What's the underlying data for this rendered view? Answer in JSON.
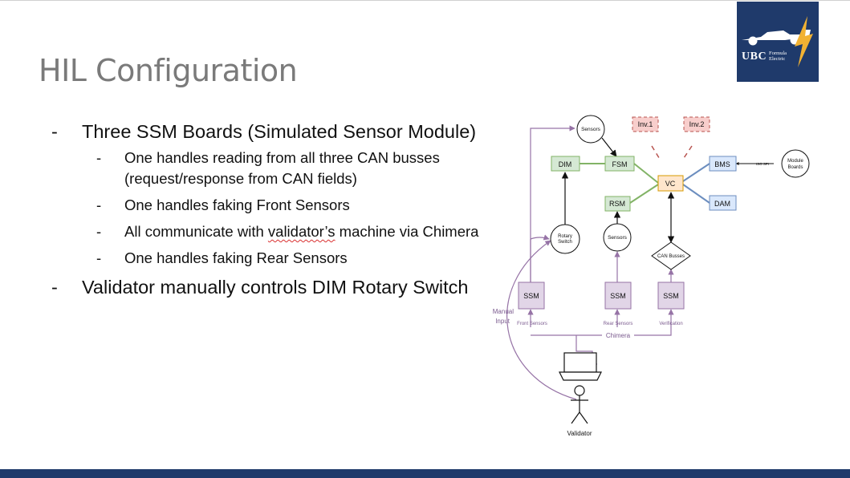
{
  "slide": {
    "title": "HIL Configuration"
  },
  "logo": {
    "ubc": "UBC",
    "formula_electric": "Formula Electric"
  },
  "bullets": [
    {
      "text": "Three SSM Boards (Simulated Sensor Module)",
      "sub": [
        "One handles reading from all three CAN busses (request/response from CAN fields)",
        "One handles faking Front Sensors",
        "All communicate with validator’s machine via Chimera",
        "One handles faking Rear Sensors"
      ]
    },
    {
      "text": "Validator manually controls DIM Rotary Switch"
    }
  ],
  "diagram": {
    "nodes": {
      "sensors_top": "Sensors",
      "inv1": "Inv.1",
      "inv2": "Inv.2",
      "dim": "DIM",
      "fsm": "FSM",
      "vc": "VC",
      "bms": "BMS",
      "dam": "DAM",
      "rsm": "RSM",
      "module_boards_1": "Module",
      "module_boards_2": "Boards",
      "iso_spi": "ISO SPI",
      "rotary_1": "Rotary",
      "rotary_2": "Switch",
      "sensors_rear": "Sensors",
      "can_busses": "CAN Busses",
      "ssm_1": "SSM",
      "ssm_2": "SSM",
      "ssm_3": "SSM",
      "manual": "Manual",
      "input": "Input",
      "front_sensors": "Front Sensors",
      "rear_sensors": "Rear Sensors",
      "verification": "Verification",
      "chimera": "Chimera",
      "validator": "Validator"
    },
    "colors": {
      "green_fill": "#d5e8d4",
      "green_stroke": "#82b366",
      "blue_fill": "#dae8fc",
      "blue_stroke": "#6c8ebf",
      "red_fill": "#f8cecc",
      "red_stroke": "#b85450",
      "purple_fill": "#e1d5e7",
      "purple_stroke": "#9673a6",
      "vc_fill": "#ffe6cc",
      "vc_stroke": "#d79b00"
    }
  }
}
